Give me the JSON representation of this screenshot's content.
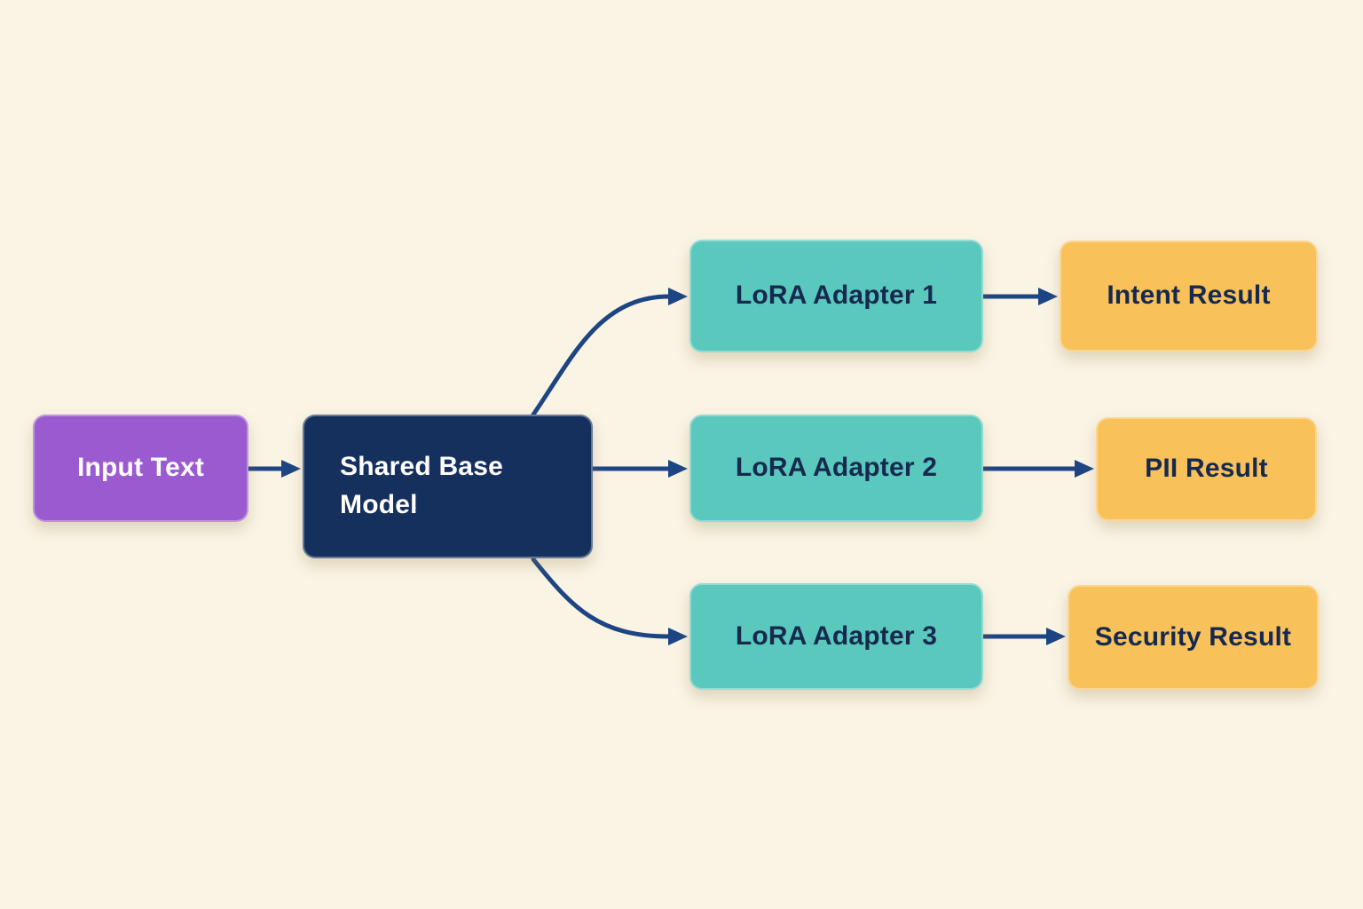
{
  "diagram": {
    "background_color": "#FAF4E5",
    "arrow_color": "#1D4583",
    "nodes": {
      "input_text": {
        "label": "Input Text",
        "fill": "#9B5BD0",
        "text_color": "#FFFFFF"
      },
      "base_model": {
        "label": "Shared Base Model",
        "fill": "#16305E",
        "text_color": "#FFFFFF"
      },
      "adapter1": {
        "label": "LoRA Adapter 1",
        "fill": "#5AC8BD",
        "text_color": "#16294F"
      },
      "adapter2": {
        "label": "LoRA Adapter 2",
        "fill": "#5AC8BD",
        "text_color": "#16294F"
      },
      "adapter3": {
        "label": "LoRA Adapter 3",
        "fill": "#5AC8BD",
        "text_color": "#16294F"
      },
      "intent_result": {
        "label": "Intent Result",
        "fill": "#F9C159",
        "text_color": "#16294F"
      },
      "pii_result": {
        "label": "PII Result",
        "fill": "#F9C159",
        "text_color": "#16294F"
      },
      "security_result": {
        "label": "Security Result",
        "fill": "#F9C159",
        "text_color": "#16294F"
      }
    },
    "edges": [
      {
        "from": "input_text",
        "to": "base_model"
      },
      {
        "from": "base_model",
        "to": "adapter1"
      },
      {
        "from": "base_model",
        "to": "adapter2"
      },
      {
        "from": "base_model",
        "to": "adapter3"
      },
      {
        "from": "adapter1",
        "to": "intent_result"
      },
      {
        "from": "adapter2",
        "to": "pii_result"
      },
      {
        "from": "adapter3",
        "to": "security_result"
      }
    ]
  }
}
